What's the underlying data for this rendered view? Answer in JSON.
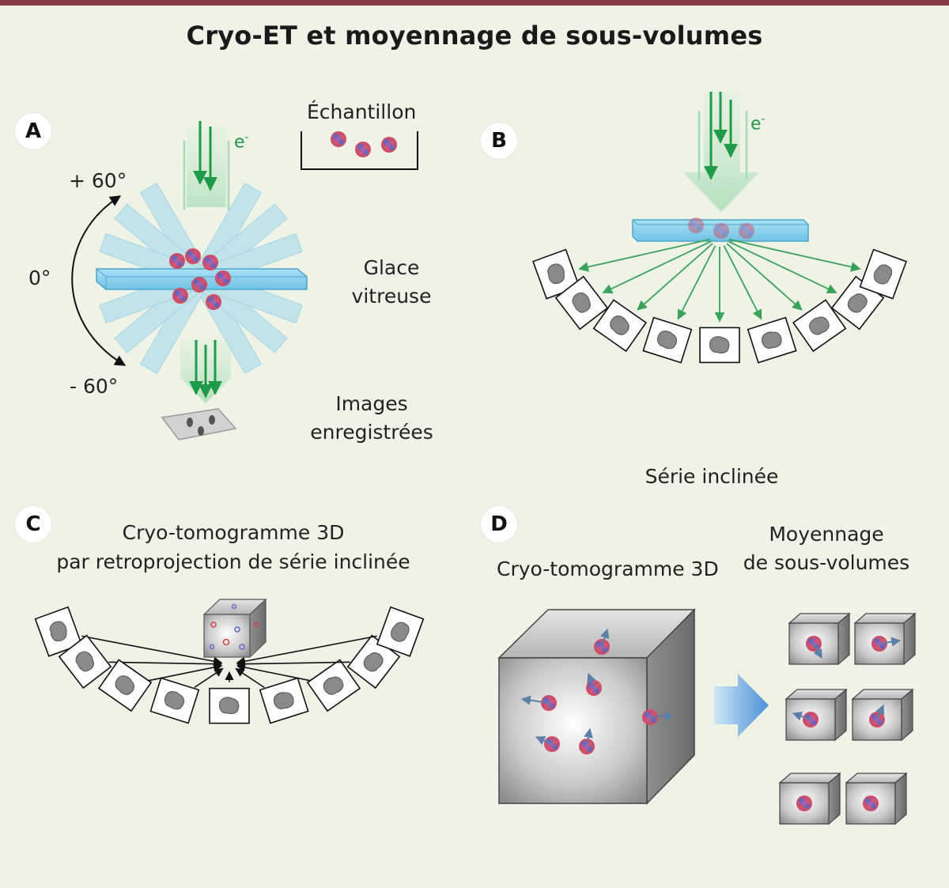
{
  "title": "Cryo-ET et moyennage de sous-volumes",
  "panels": {
    "a": {
      "badge": "A",
      "echantillon": "Échantillon",
      "electron": "e",
      "electron_sup": "-",
      "angle_plus": "+ 60°",
      "angle_zero": "0°",
      "angle_minus": "- 60°",
      "glace_line1": "Glace",
      "glace_line2": "vitreuse",
      "images_line1": "Images",
      "images_line2": "enregistrées"
    },
    "b": {
      "badge": "B",
      "electron": "e",
      "electron_sup": "-",
      "caption": "Série inclinée"
    },
    "c": {
      "badge": "C",
      "caption_line1": "Cryo-tomogramme 3D",
      "caption_line2": "par retroprojection de série inclinée"
    },
    "d": {
      "badge": "D",
      "tomogram_label": "Cryo-tomogramme 3D",
      "averaging_line1": "Moyennage",
      "averaging_line2": "de sous-volumes"
    }
  },
  "colors": {
    "background": "#eef3e6",
    "top_bar": "#8b3a45",
    "ice": "#8fd3ee",
    "beam_arrow": "#1f9a49",
    "projection_arrow": "#3aa35a",
    "particle_red": "#d84a5a",
    "particle_blue": "#4a5fc0"
  }
}
